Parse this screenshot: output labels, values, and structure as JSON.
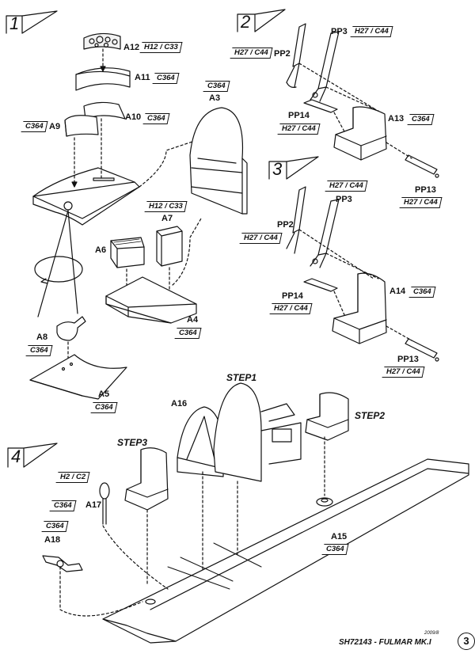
{
  "steps": {
    "s1": "1",
    "s2": "2",
    "s3": "3",
    "s4": "4"
  },
  "step_captions": {
    "step1": "STEP1",
    "step2": "STEP2",
    "step3": "STEP3"
  },
  "parts": {
    "a3": "A3",
    "a4": "A4",
    "a5": "A5",
    "a6": "A6",
    "a7": "A7",
    "a8": "A8",
    "a9": "A9",
    "a10": "A10",
    "a11": "A11",
    "a12": "A12",
    "a13": "A13",
    "a14": "A14",
    "a15": "A15",
    "a16": "A16",
    "a17": "A17",
    "a18": "A18",
    "pp2": "PP2",
    "pp3": "PP3",
    "pp13": "PP13",
    "pp14": "PP14"
  },
  "colors": {
    "c364": "C364",
    "h12_c33": "H12 / C33",
    "h27_c44": "H27 / C44",
    "h2_c2": "H2 / C2"
  },
  "footer": {
    "model": "SH72143 - FULMAR MK.I",
    "year": "2009/8",
    "page_number": "3"
  }
}
